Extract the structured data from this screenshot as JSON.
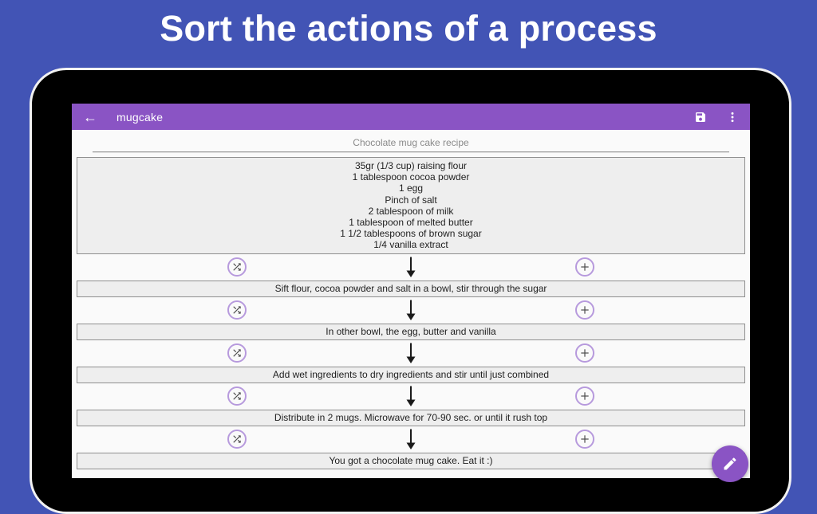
{
  "page": {
    "title": "Sort the actions of a process"
  },
  "app_bar": {
    "title": "mugcake",
    "back_label": "←"
  },
  "recipe": {
    "name": "Chocolate mug cake recipe",
    "ingredients": [
      "35gr (1/3 cup) raising flour",
      "1 tablespoon cocoa powder",
      "1 egg",
      "Pinch of salt",
      "2 tablespoon of milk",
      "1 tablespoon of melted butter",
      "1 1/2 tablespoons of brown sugar",
      "1/4 vanilla extract"
    ],
    "steps": [
      "Sift flour, cocoa powder and salt in a bowl, stir through the sugar",
      "In other bowl, the egg, butter and vanilla",
      "Add wet ingredients to dry ingredients and stir until just combined",
      "Distribute in 2 mugs. Microwave for 70-90 sec. or until it rush top",
      "You got a chocolate mug cake. Eat it :)"
    ]
  },
  "icons": {
    "back": "arrow-left-icon",
    "save": "floppy-disk-icon",
    "menu": "vertical-dots-icon",
    "shuffle": "shuffle-icon",
    "add": "plus-icon",
    "flow": "arrow-down-icon",
    "fab": "pencil-icon"
  },
  "colors": {
    "background": "#4254b5",
    "app_bar": "#8a54c4",
    "fab": "#8a54c4",
    "accent_ring": "#b79add",
    "box_background": "#eeeeee",
    "box_border": "#8e8e8e",
    "screen_background": "#fafafa"
  }
}
